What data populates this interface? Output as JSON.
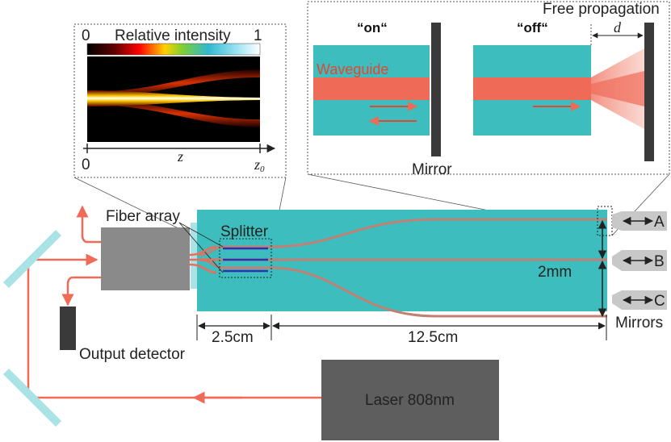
{
  "colors": {
    "chip": "#3dbdbd",
    "chip_light": "#a9e3e6",
    "beam": "#ef6b58",
    "beam_dark": "#e4472f",
    "device_gray": "#5e5e5e",
    "fiber_gray": "#8a8a8a",
    "mirror_dark": "#3a3a3a",
    "mirror_light": "#c8c8c8",
    "line": "#222222",
    "waveguide_line": "#b77a70"
  },
  "labels": {
    "fiber_array": "Fiber array",
    "splitter": "Splitter",
    "output_detector": "Output detector",
    "laser": "Laser 808nm",
    "mirrors": "Mirrors",
    "port_a": "A",
    "port_b": "B",
    "port_c": "C",
    "spacing": "2mm",
    "len_splitter": "2.5cm",
    "len_arms": "12.5cm"
  },
  "inset_intensity": {
    "title": "Relative intensity",
    "scale_min": "0",
    "scale_max": "1",
    "axis_start": "0",
    "axis_var": "z",
    "axis_end_main": "z",
    "axis_end_sub": "0"
  },
  "inset_mirror": {
    "state_on": "“on“",
    "state_off": "“off“",
    "waveguide": "Waveguide",
    "mirror": "Mirror",
    "free_propagation": "Free propagation",
    "distance": "d"
  },
  "icons": [
    "mirror-icon",
    "arrow-icon",
    "laser-icon",
    "detector-icon"
  ]
}
